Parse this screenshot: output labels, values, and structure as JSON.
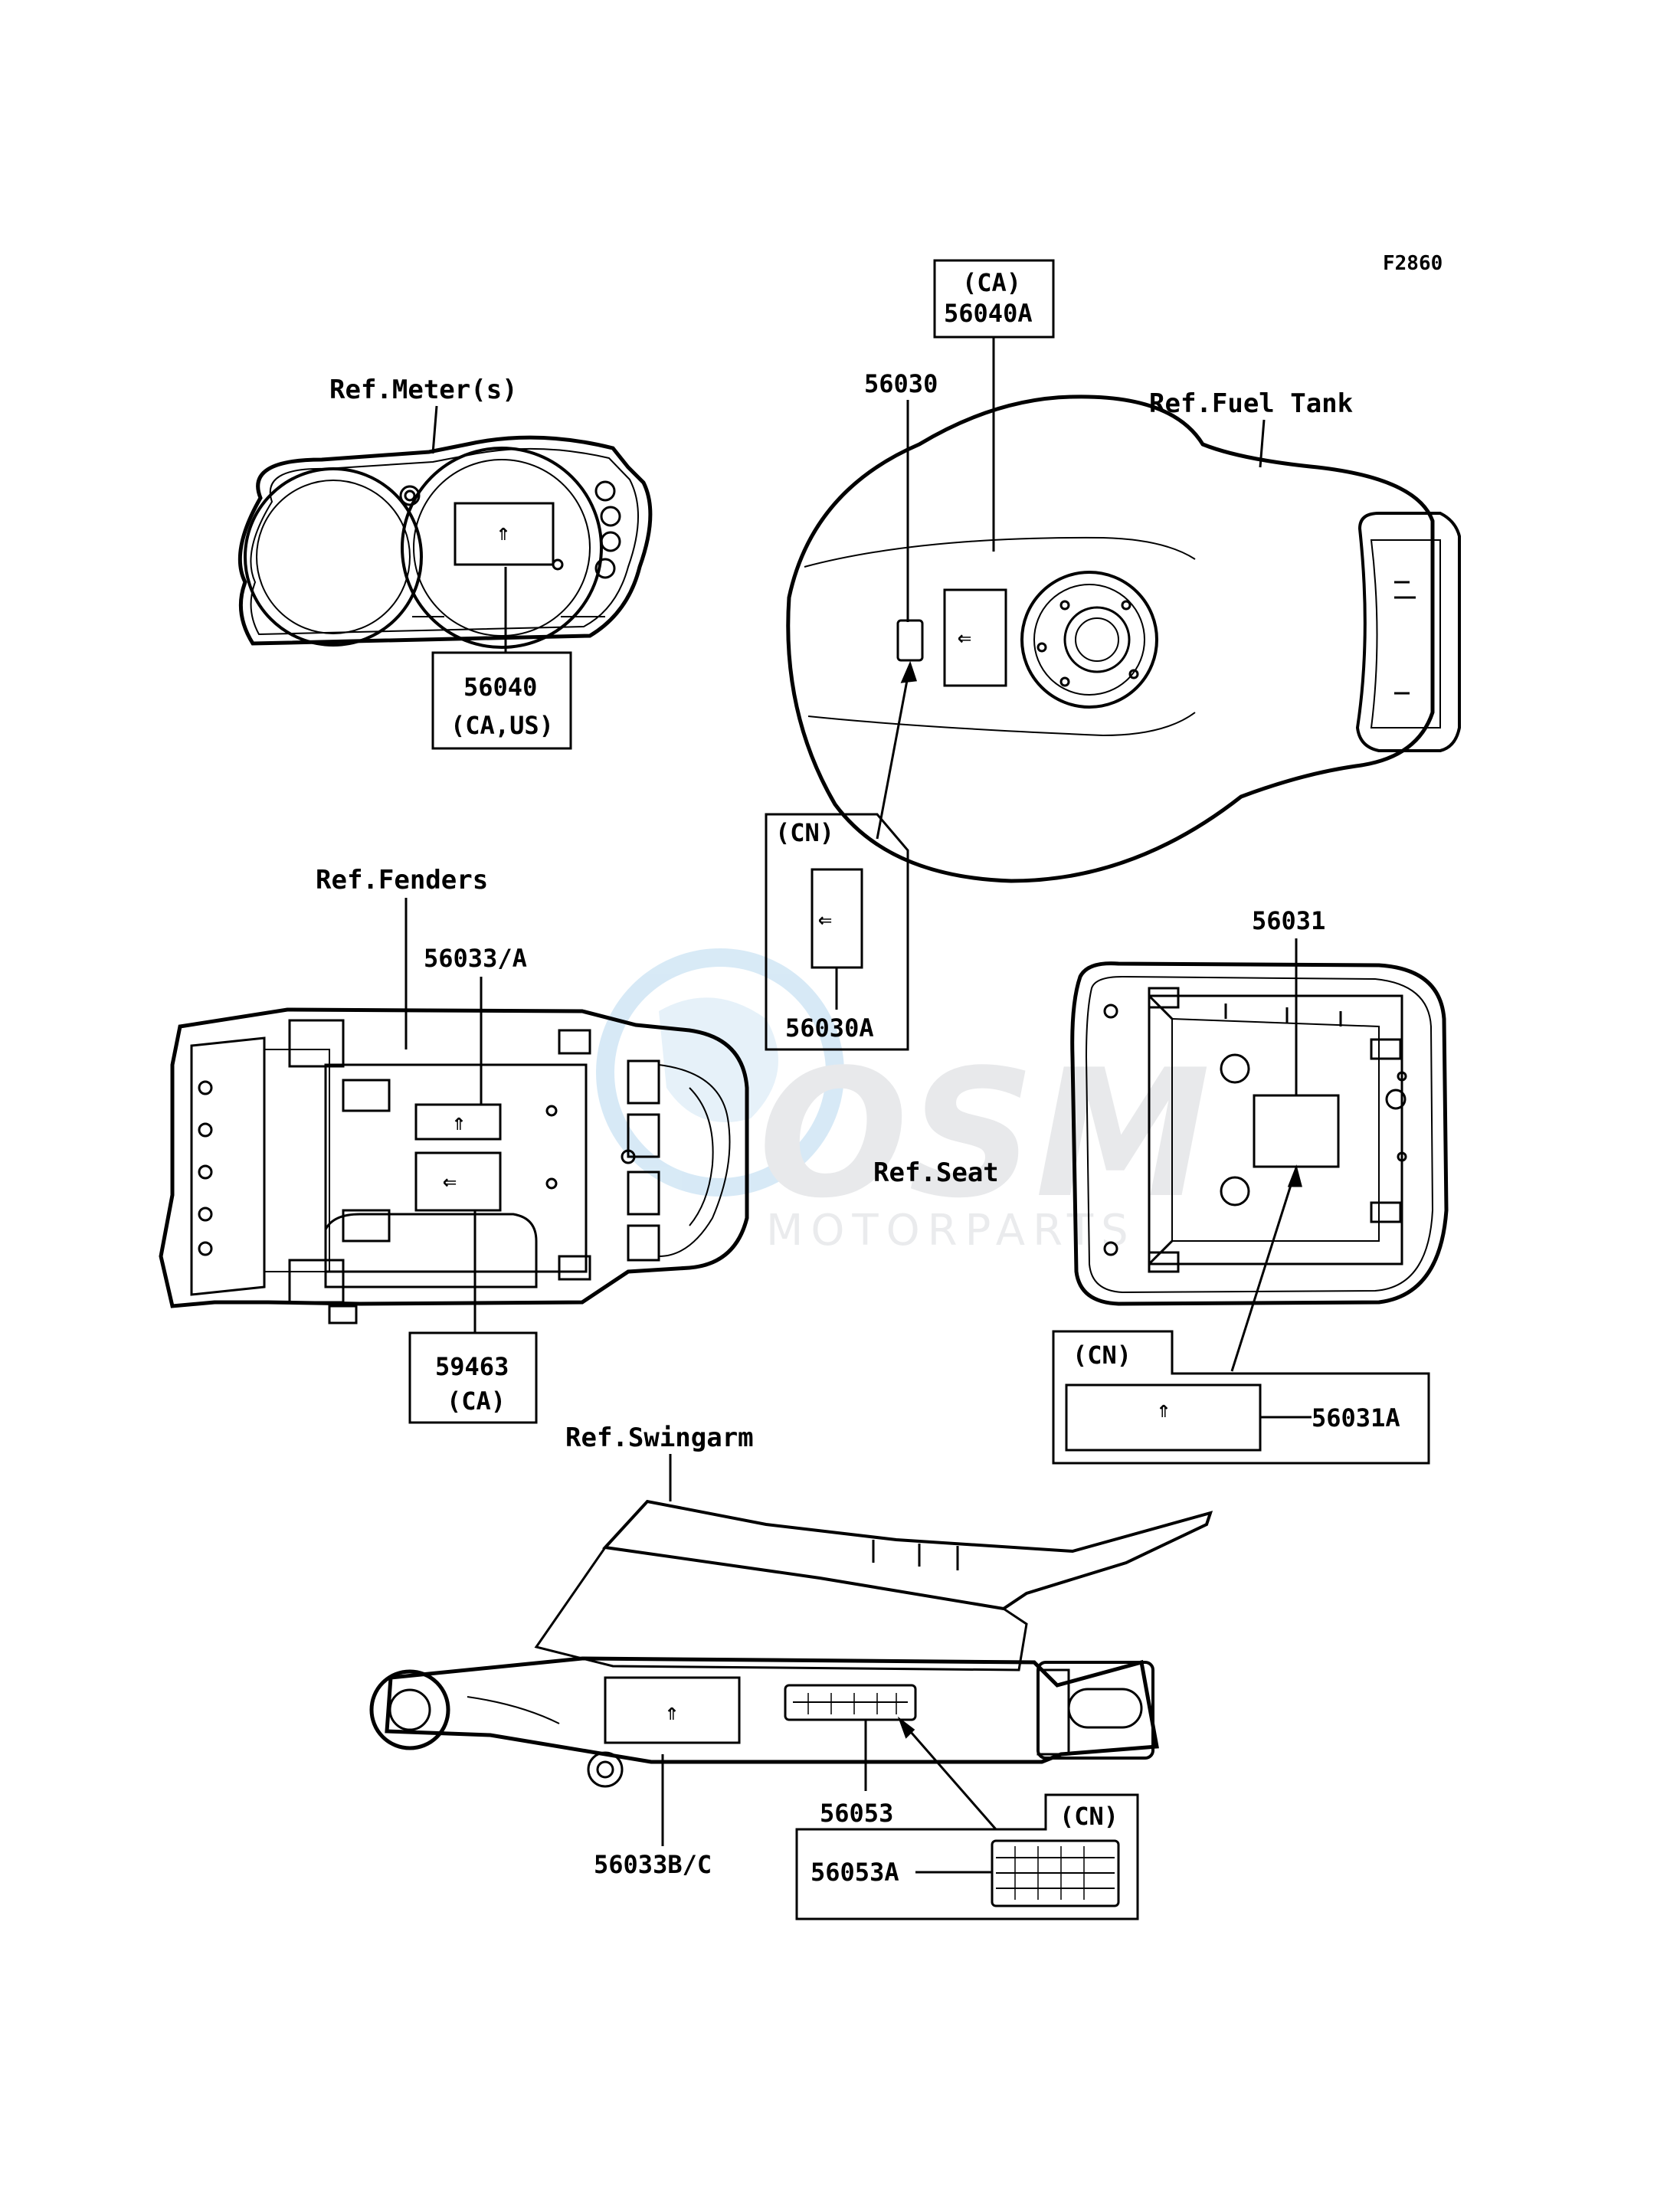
{
  "figure_code": "F2860",
  "watermark": {
    "brand": "OSM",
    "sub": "MOTORPARTS"
  },
  "meter": {
    "ref_label": "Ref.Meter(s)",
    "part_number": "56040",
    "region": "(CA,US)"
  },
  "fuel_tank": {
    "ref_label": "Ref.Fuel Tank",
    "part_56030": "56030",
    "callout_ca_region": "(CA)",
    "callout_ca_part": "56040A",
    "callout_cn_region": "(CN)",
    "callout_cn_part": "56030A"
  },
  "fenders": {
    "ref_label": "Ref.Fenders",
    "part_56033": "56033/A",
    "part_59463": "59463",
    "part_59463_region": "(CA)"
  },
  "seat": {
    "ref_label": "Ref.Seat",
    "part_56031": "56031",
    "callout_cn_region": "(CN)",
    "callout_cn_part": "56031A"
  },
  "swingarm": {
    "ref_label": "Ref.Swingarm",
    "part_56033bc": "56033B/C",
    "part_56053": "56053",
    "callout_cn_region": "(CN)",
    "callout_cn_part": "56053A"
  },
  "arrows": {
    "up": "⇑",
    "left": "⇐"
  }
}
